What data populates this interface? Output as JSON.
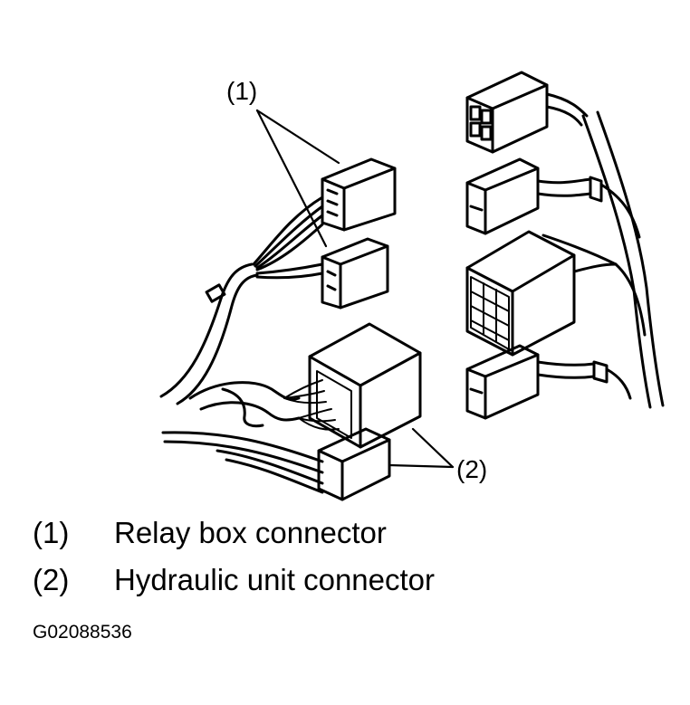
{
  "callouts": {
    "c1": "(1)",
    "c2": "(2)"
  },
  "legend": [
    {
      "num": "(1)",
      "text": "Relay box connector"
    },
    {
      "num": "(2)",
      "text": "Hydraulic unit connector"
    }
  ],
  "ref_code": "G02088536",
  "colors": {
    "line": "#000000",
    "background": "#ffffff"
  }
}
